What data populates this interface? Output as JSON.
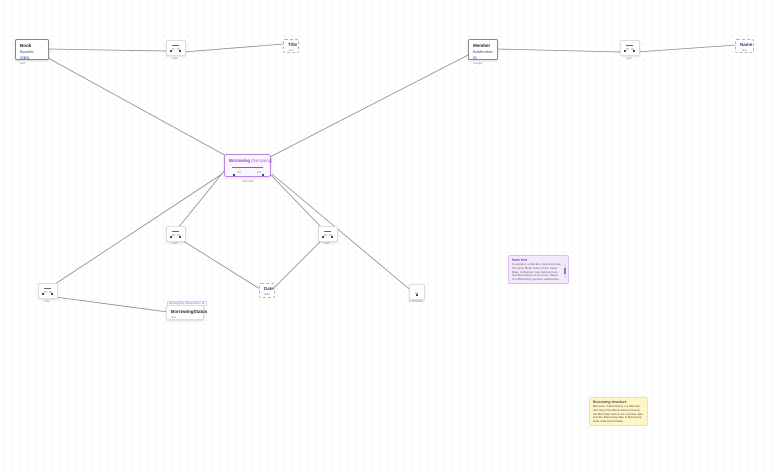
{
  "canvas": {
    "background": "#ffffff",
    "grid": "dotted"
  },
  "entities": [
    {
      "id": "book",
      "name": "Book",
      "ref_mode": "BookNr: ISBN",
      "data_type": "text"
    },
    {
      "id": "member",
      "name": "Member",
      "ref_mode": "BoMember: ID",
      "data_type": "integer"
    }
  ],
  "value_types": [
    {
      "id": "title",
      "name": "Title",
      "data_type": "text"
    },
    {
      "id": "name",
      "name": "Name",
      "data_type": "text"
    },
    {
      "id": "date",
      "name": "Date",
      "data_type": "date"
    },
    {
      "id": "borrowing_status",
      "name": "BorrowingStatus",
      "data_type": "text",
      "subtypes": "Borrowing Ext | Returned Ext | Re"
    }
  ],
  "objectified_fact": {
    "name": "Borrowing",
    "reading": "(borrowing)",
    "label": "borrows",
    "border_color": "#b785e0",
    "fill_color": "#fbf5ff"
  },
  "fact_types": [
    {
      "id": "f_book_title",
      "label": "has"
    },
    {
      "id": "f_member_name",
      "label": "has"
    },
    {
      "id": "f_borrow_date1",
      "label": "has"
    },
    {
      "id": "f_borrow_date2",
      "label": "has"
    },
    {
      "id": "f_status",
      "label": "has"
    },
    {
      "id": "f_overdue",
      "label": "is Overdue"
    }
  ],
  "notes": [
    {
      "id": "note_purple",
      "title": "Note text",
      "body": "Constraint: a Member cannot borrow the same Book twice on the same Date. A Member may hold at most five Borrowings at any time. Status of a Borrowing must be valid before return. Borrowings are recorded weekly.",
      "color": "#f3e9fb"
    },
    {
      "id": "note_yellow",
      "title": "Borrowing structure",
      "body": "Borrower: A Borrowing is a Member and only if the Book was borrowing the Borrower before the overdue date and the Borrowing date is Borrowing Date is Returned Date.",
      "color": "#fff6c8"
    }
  ]
}
